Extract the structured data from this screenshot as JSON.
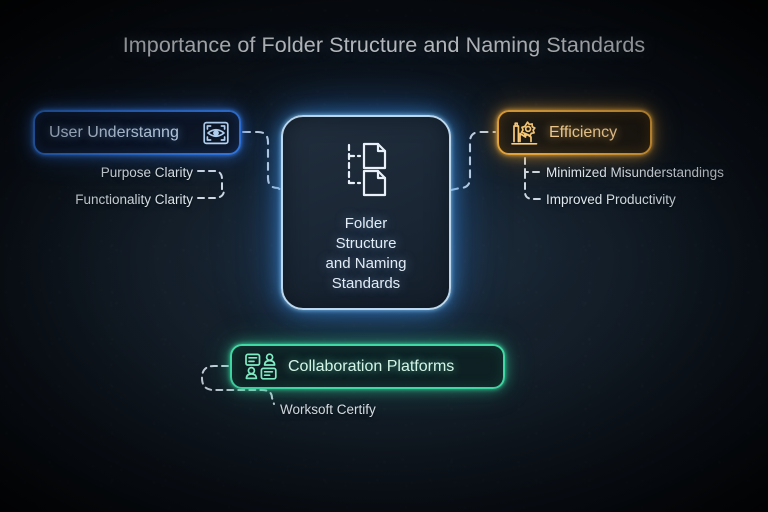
{
  "title": "Importance of Folder Structure and Naming Standards",
  "center": {
    "name": "folder-structure-and-naming-standards",
    "lines": [
      "Folder",
      "Structure",
      "and Naming",
      "Standards"
    ],
    "text": "Folder\nStructure\nand Naming\nStandards",
    "icon": "file-tree-icon",
    "border_color": "#bcd8ef",
    "glow_color": "#46a0f0"
  },
  "branches": [
    {
      "id": "user-understanding",
      "label": "User Understanng",
      "icon": "eye-in-frame-icon",
      "accent_color": "#2f74dd",
      "text_color": "#cfe2f8",
      "position": "left",
      "sub_items": [
        "Purpose Clarity",
        "Functionality Clarity"
      ]
    },
    {
      "id": "efficiency",
      "label": "Efficiency",
      "icon": "factory-gear-icon",
      "accent_color": "#e2a23a",
      "text_color": "#ffd89a",
      "position": "right",
      "sub_items": [
        "Minimized Misunderstandings",
        "Improved Productivity"
      ]
    },
    {
      "id": "collaboration-platforms",
      "label": "Collaboration Platforms",
      "icon": "people-chat-icon",
      "accent_color": "#3fd9a4",
      "text_color": "#d5f4e8",
      "position": "bottom",
      "sub_items": [
        "Worksoft Certify"
      ]
    }
  ],
  "sub_labels": {
    "purpose_clarity": "Purpose Clarity",
    "functionality_clarity": "Functionality Clarity",
    "minimized_misunderstandings": "Minimized Misunderstandings",
    "improved_productivity": "Improved Productivity",
    "worksoft_certify": "Worksoft Certify"
  },
  "connectors": {
    "style": "dashed",
    "color": "#c8d4e0"
  },
  "background": {
    "base_color": "#0d151d",
    "accent_color": "#16222e"
  }
}
